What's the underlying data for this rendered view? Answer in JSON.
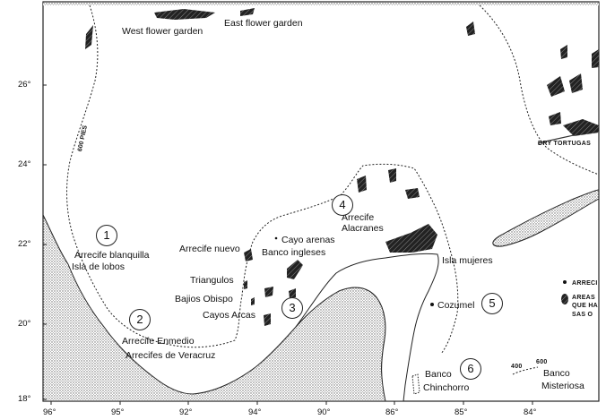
{
  "ticks": {
    "y": [
      "26°",
      "24°",
      "22°",
      "20°",
      "18°"
    ],
    "x": [
      "96°",
      "95°",
      "92°",
      "94°",
      "90°",
      "86°",
      "85°",
      "84°"
    ]
  },
  "places": {
    "west_flower_garden": "West flower garden",
    "east_flower_garden": "East flower garden",
    "arrecife_blanquilla": "Arrecife blanquilla",
    "isla_de_lobos": "Isla de lobos",
    "arrecife_enmedio": "Arrecife Enmedio",
    "arrecifes_veracruz": "Arrecifes de Veracruz",
    "arrecife_nuevo": "Arrecife nuevo",
    "cayo_arenas": "Cayo arenas",
    "banco_ingleses": "Banco ingleses",
    "triangulos": "Triangulos",
    "bajios_obispo": "Bajios Obispo",
    "cayos_arcas": "Cayos Arcas",
    "arrecife_alacranes_1": "Arrecife",
    "arrecife_alacranes_2": "Alacranes",
    "isla_mujeres": "Isla mujeres",
    "cozumel": "Cozumel",
    "banco_chinchorro_1": "Banco",
    "banco_chinchorro_2": "Chinchorro",
    "banco_misteriosa_1": "Banco",
    "banco_misteriosa_2": "Misteriosa",
    "dry_tortugas": "DRY TORTUGAS",
    "depth_600": "600 PIES",
    "depth_400": "400",
    "depth_600b": "600"
  },
  "regions": [
    "1",
    "2",
    "3",
    "4",
    "5",
    "6"
  ],
  "legend": {
    "line1": "ARRECI",
    "line2": "AREAS",
    "line3": "QUE HA",
    "line4": "SAS O"
  }
}
